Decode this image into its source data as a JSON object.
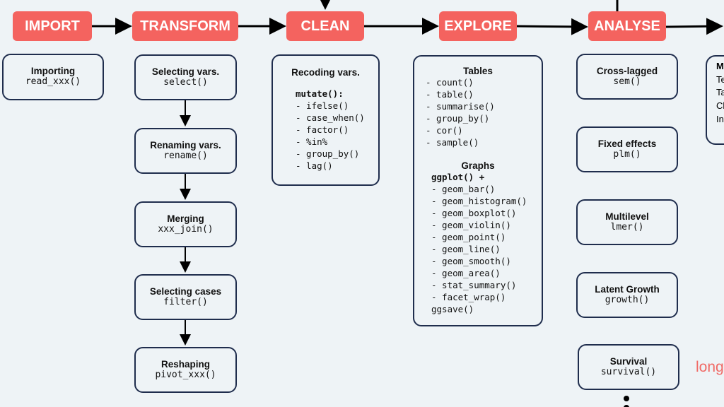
{
  "stages": [
    "IMPORT",
    "TRANSFORM",
    "CLEAN",
    "EXPLORE",
    "ANALYSE"
  ],
  "import": [
    {
      "title": "Importing",
      "code": "read_xxx()"
    }
  ],
  "transform": [
    {
      "title": "Selecting vars.",
      "code": "select()"
    },
    {
      "title": "Renaming vars.",
      "code": "rename()"
    },
    {
      "title": "Merging",
      "code": "xxx_join()"
    },
    {
      "title": "Selecting cases",
      "code": "filter()"
    },
    {
      "title": "Reshaping",
      "code": "pivot_xxx()"
    }
  ],
  "clean": {
    "title": "Recoding vars.",
    "head": "mutate():",
    "items": [
      "- ifelse()",
      "- case_when()",
      "- factor()",
      "- %in%",
      "- group_by()",
      "- lag()"
    ]
  },
  "explore": {
    "tables_title": "Tables",
    "tables": [
      "- count()",
      "- table()",
      "- summarise()",
      "- group_by()",
      "- cor()",
      "- sample()"
    ],
    "graphs_title": "Graphs",
    "graphs_head": "ggplot() +",
    "graphs": [
      "- geom_bar()",
      "- geom_histogram()",
      "- geom_boxplot()",
      "- geom_violin()",
      "- geom_point()",
      "- geom_line()",
      "- geom_smooth()",
      "- geom_area()",
      "- stat_summary()",
      "- facet_wrap()"
    ],
    "graphs_tail": "ggsave()"
  },
  "analyse": [
    {
      "title": "Cross-lagged",
      "code": "sem()"
    },
    {
      "title": "Fixed effects",
      "code": "plm()"
    },
    {
      "title": "Multilevel",
      "code": "lmer()"
    },
    {
      "title": "Latent Growth",
      "code": "growth()"
    },
    {
      "title": "Survival",
      "code": "survival()"
    }
  ],
  "partial_box": [
    "M",
    "Te",
    "Ta",
    "Cl",
    "In"
  ],
  "partial_label": "long",
  "colors": {
    "stage": "#f4635f",
    "border": "#1f2d4d",
    "background": "#eef3f6"
  }
}
